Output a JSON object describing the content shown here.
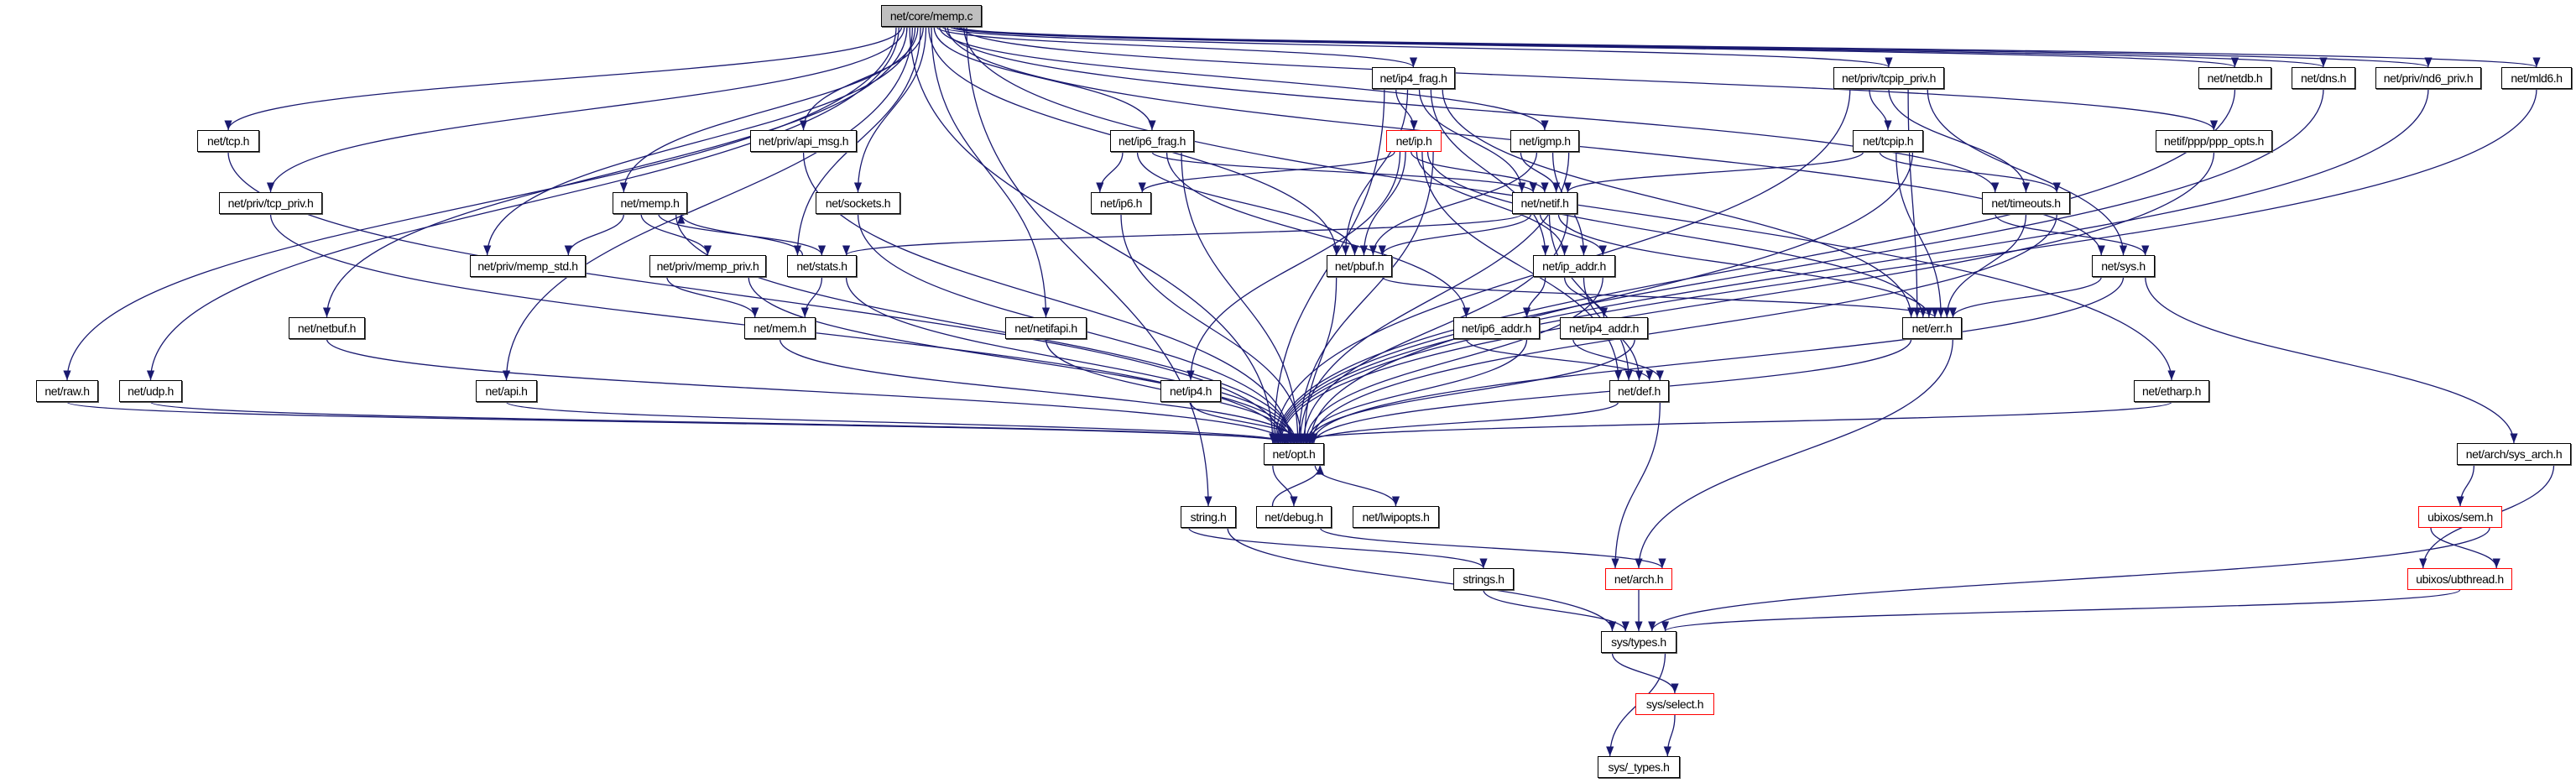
{
  "graph": {
    "edge_color": "#191970",
    "root_fill": "#bfbfbf",
    "incomplete_border": "#ff0000",
    "nodes": [
      {
        "id": "memp_c",
        "label": "net/core/memp.c",
        "root": true
      },
      {
        "id": "ip4_frag",
        "label": "net/ip4_frag.h"
      },
      {
        "id": "tcpip_priv",
        "label": "net/priv/tcpip_priv.h"
      },
      {
        "id": "netdb",
        "label": "net/netdb.h"
      },
      {
        "id": "dns",
        "label": "net/dns.h"
      },
      {
        "id": "nd6_priv",
        "label": "net/priv/nd6_priv.h"
      },
      {
        "id": "mld6",
        "label": "net/mld6.h"
      },
      {
        "id": "tcp",
        "label": "net/tcp.h"
      },
      {
        "id": "api_msg",
        "label": "net/priv/api_msg.h"
      },
      {
        "id": "ip6_frag",
        "label": "net/ip6_frag.h"
      },
      {
        "id": "ip",
        "label": "net/ip.h",
        "incomplete": true
      },
      {
        "id": "igmp",
        "label": "net/igmp.h"
      },
      {
        "id": "tcpip",
        "label": "net/tcpip.h"
      },
      {
        "id": "ppp_opts",
        "label": "netif/ppp/ppp_opts.h"
      },
      {
        "id": "tcp_priv",
        "label": "net/priv/tcp_priv.h"
      },
      {
        "id": "memp",
        "label": "net/memp.h"
      },
      {
        "id": "sockets",
        "label": "net/sockets.h"
      },
      {
        "id": "ip6",
        "label": "net/ip6.h"
      },
      {
        "id": "netif",
        "label": "net/netif.h"
      },
      {
        "id": "timeouts",
        "label": "net/timeouts.h"
      },
      {
        "id": "memp_std",
        "label": "net/priv/memp_std.h"
      },
      {
        "id": "memp_priv",
        "label": "net/priv/memp_priv.h"
      },
      {
        "id": "stats",
        "label": "net/stats.h"
      },
      {
        "id": "pbuf",
        "label": "net/pbuf.h"
      },
      {
        "id": "ip_addr",
        "label": "net/ip_addr.h"
      },
      {
        "id": "sys",
        "label": "net/sys.h"
      },
      {
        "id": "netbuf",
        "label": "net/netbuf.h"
      },
      {
        "id": "mem",
        "label": "net/mem.h"
      },
      {
        "id": "netifapi",
        "label": "net/netifapi.h"
      },
      {
        "id": "ip6_addr",
        "label": "net/ip6_addr.h"
      },
      {
        "id": "ip4_addr",
        "label": "net/ip4_addr.h"
      },
      {
        "id": "err",
        "label": "net/err.h"
      },
      {
        "id": "raw",
        "label": "net/raw.h"
      },
      {
        "id": "udp",
        "label": "net/udp.h"
      },
      {
        "id": "api",
        "label": "net/api.h"
      },
      {
        "id": "ip4",
        "label": "net/ip4.h"
      },
      {
        "id": "def",
        "label": "net/def.h"
      },
      {
        "id": "etharp",
        "label": "net/etharp.h"
      },
      {
        "id": "opt",
        "label": "net/opt.h"
      },
      {
        "id": "sys_arch",
        "label": "net/arch/sys_arch.h"
      },
      {
        "id": "string",
        "label": "string.h"
      },
      {
        "id": "debug",
        "label": "net/debug.h"
      },
      {
        "id": "lwipopts",
        "label": "net/lwipopts.h"
      },
      {
        "id": "sem",
        "label": "ubixos/sem.h",
        "incomplete": true
      },
      {
        "id": "strings",
        "label": "strings.h"
      },
      {
        "id": "arch",
        "label": "net/arch.h",
        "incomplete": true
      },
      {
        "id": "ubthread",
        "label": "ubixos/ubthread.h",
        "incomplete": true
      },
      {
        "id": "types",
        "label": "sys/types.h"
      },
      {
        "id": "select",
        "label": "sys/select.h",
        "incomplete": true
      },
      {
        "id": "_types",
        "label": "sys/_types.h"
      }
    ],
    "edges": [
      [
        "memp_c",
        "raw"
      ],
      [
        "memp_c",
        "udp"
      ],
      [
        "memp_c",
        "tcp"
      ],
      [
        "memp_c",
        "tcp_priv"
      ],
      [
        "memp_c",
        "netbuf"
      ],
      [
        "memp_c",
        "opt"
      ],
      [
        "memp_c",
        "api"
      ],
      [
        "memp_c",
        "memp_std"
      ],
      [
        "memp_c",
        "memp"
      ],
      [
        "memp_c",
        "stats"
      ],
      [
        "memp_c",
        "api_msg"
      ],
      [
        "memp_c",
        "sockets"
      ],
      [
        "memp_c",
        "pbuf"
      ],
      [
        "memp_c",
        "netifapi"
      ],
      [
        "memp_c",
        "ip6_frag"
      ],
      [
        "memp_c",
        "ip4_frag"
      ],
      [
        "memp_c",
        "igmp"
      ],
      [
        "memp_c",
        "tcpip_priv"
      ],
      [
        "memp_c",
        "timeouts"
      ],
      [
        "memp_c",
        "sys"
      ],
      [
        "memp_c",
        "netdb"
      ],
      [
        "memp_c",
        "dns"
      ],
      [
        "memp_c",
        "nd6_priv"
      ],
      [
        "memp_c",
        "mld6"
      ],
      [
        "memp_c",
        "ppp_opts"
      ],
      [
        "memp_c",
        "etharp"
      ],
      [
        "memp_c",
        "string"
      ],
      [
        "ip4_frag",
        "opt"
      ],
      [
        "ip4_frag",
        "ip"
      ],
      [
        "ip4_frag",
        "pbuf"
      ],
      [
        "ip4_frag",
        "netif"
      ],
      [
        "ip4_frag",
        "ip_addr"
      ],
      [
        "ip4_frag",
        "err"
      ],
      [
        "tcpip_priv",
        "opt"
      ],
      [
        "tcpip_priv",
        "tcpip"
      ],
      [
        "tcpip_priv",
        "timeouts"
      ],
      [
        "tcpip_priv",
        "err"
      ],
      [
        "tcpip_priv",
        "sys"
      ],
      [
        "netdb",
        "opt"
      ],
      [
        "dns",
        "opt"
      ],
      [
        "nd6_priv",
        "opt"
      ],
      [
        "mld6",
        "opt"
      ],
      [
        "ppp_opts",
        "opt"
      ],
      [
        "etharp",
        "opt"
      ],
      [
        "tcp",
        "opt"
      ],
      [
        "tcp_priv",
        "opt"
      ],
      [
        "netbuf",
        "opt"
      ],
      [
        "api",
        "opt"
      ],
      [
        "raw",
        "opt"
      ],
      [
        "udp",
        "opt"
      ],
      [
        "api_msg",
        "opt"
      ],
      [
        "sockets",
        "opt"
      ],
      [
        "netifapi",
        "opt"
      ],
      [
        "memp",
        "memp_std"
      ],
      [
        "memp",
        "memp_priv"
      ],
      [
        "memp",
        "stats"
      ],
      [
        "memp",
        "opt"
      ],
      [
        "memp_priv",
        "mem"
      ],
      [
        "memp_priv",
        "opt"
      ],
      [
        "stats",
        "memp"
      ],
      [
        "stats",
        "mem"
      ],
      [
        "stats",
        "opt"
      ],
      [
        "mem",
        "opt"
      ],
      [
        "ip6_frag",
        "ip6"
      ],
      [
        "ip6_frag",
        "pbuf"
      ],
      [
        "ip6_frag",
        "netif"
      ],
      [
        "ip6_frag",
        "ip6_addr"
      ],
      [
        "ip6_frag",
        "opt"
      ],
      [
        "ip",
        "ip6"
      ],
      [
        "ip",
        "ip4"
      ],
      [
        "ip",
        "pbuf"
      ],
      [
        "ip",
        "netif"
      ],
      [
        "ip",
        "ip_addr"
      ],
      [
        "ip",
        "def"
      ],
      [
        "ip",
        "err"
      ],
      [
        "ip",
        "opt"
      ],
      [
        "igmp",
        "netif"
      ],
      [
        "igmp",
        "pbuf"
      ],
      [
        "igmp",
        "ip_addr"
      ],
      [
        "igmp",
        "opt"
      ],
      [
        "ip6",
        "opt"
      ],
      [
        "ip4",
        "opt"
      ],
      [
        "netif",
        "stats"
      ],
      [
        "netif",
        "pbuf"
      ],
      [
        "netif",
        "ip_addr"
      ],
      [
        "netif",
        "def"
      ],
      [
        "netif",
        "err"
      ],
      [
        "netif",
        "opt"
      ],
      [
        "pbuf",
        "opt"
      ],
      [
        "pbuf",
        "err"
      ],
      [
        "ip_addr",
        "ip6_addr"
      ],
      [
        "ip_addr",
        "ip4_addr"
      ],
      [
        "ip_addr",
        "def"
      ],
      [
        "ip_addr",
        "opt"
      ],
      [
        "ip6_addr",
        "def"
      ],
      [
        "ip6_addr",
        "opt"
      ],
      [
        "ip4_addr",
        "def"
      ],
      [
        "ip4_addr",
        "opt"
      ],
      [
        "def",
        "opt"
      ],
      [
        "def",
        "arch"
      ],
      [
        "tcpip",
        "netif"
      ],
      [
        "tcpip",
        "timeouts"
      ],
      [
        "tcpip",
        "err"
      ],
      [
        "tcpip",
        "opt"
      ],
      [
        "timeouts",
        "sys"
      ],
      [
        "timeouts",
        "err"
      ],
      [
        "timeouts",
        "opt"
      ],
      [
        "sys",
        "err"
      ],
      [
        "sys",
        "opt"
      ],
      [
        "sys",
        "sys_arch"
      ],
      [
        "err",
        "opt"
      ],
      [
        "err",
        "arch"
      ],
      [
        "opt",
        "debug"
      ],
      [
        "opt",
        "lwipopts"
      ],
      [
        "debug",
        "opt"
      ],
      [
        "debug",
        "arch"
      ],
      [
        "string",
        "strings"
      ],
      [
        "string",
        "types"
      ],
      [
        "strings",
        "types"
      ],
      [
        "arch",
        "types"
      ],
      [
        "sys_arch",
        "sem"
      ],
      [
        "sys_arch",
        "ubthread"
      ],
      [
        "sem",
        "ubthread"
      ],
      [
        "sem",
        "types"
      ],
      [
        "ubthread",
        "types"
      ],
      [
        "types",
        "select"
      ],
      [
        "types",
        "_types"
      ],
      [
        "select",
        "_types"
      ]
    ]
  }
}
